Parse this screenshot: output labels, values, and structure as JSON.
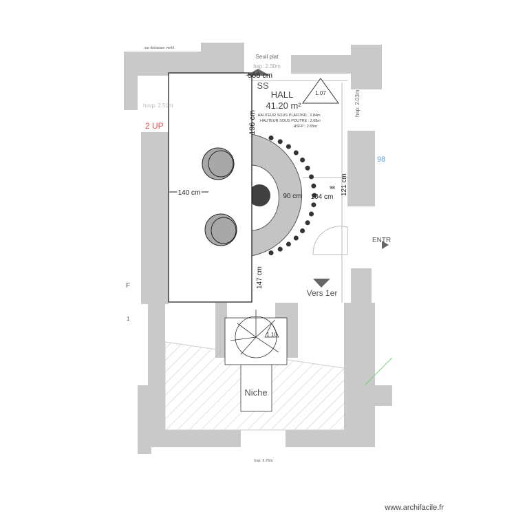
{
  "room": {
    "name": "HALL",
    "area": "41.20 m²",
    "ceiling_height": "HAUTEUR SOUS PLAFOND : 2.84m",
    "beam_height": "HAUTEUR SOUS POUTRE : 2.68m",
    "hsfp": "HSFP : 2.65m",
    "ss": "SS",
    "level_marker": "1.07"
  },
  "labels": {
    "seuil_plat": "Seuil plat",
    "hsp_top": "hsp: 2.30m",
    "hsp_right": "hsp: 2.03m",
    "hsp_left": "hsvp: 2.50m",
    "hsp_bottom": "hsp: 2.76m",
    "two_up": "2 UP",
    "vers_1er": "Vers 1er",
    "entree": "ENTR",
    "niche": "Niche",
    "tree_level": "1.10",
    "left_f": "F",
    "left_1": "1",
    "right_98": "98",
    "top_note": "sur déclasser ventil"
  },
  "dimensions": {
    "width_top": "568 cm",
    "height_left": "196 cm",
    "width_140": "140 cm",
    "radius_90": "90 cm",
    "gap_104": "104 cm",
    "small_98": "98",
    "vert_121": "121 cm",
    "vert_147": "147 cm"
  },
  "colors": {
    "wall": "#c9c9c9",
    "furniture": "#a8a8a8",
    "dark": "#404040",
    "red_text": "#e05050",
    "blue_text": "#6a9fd8"
  },
  "watermark": "www.archifacile.fr"
}
